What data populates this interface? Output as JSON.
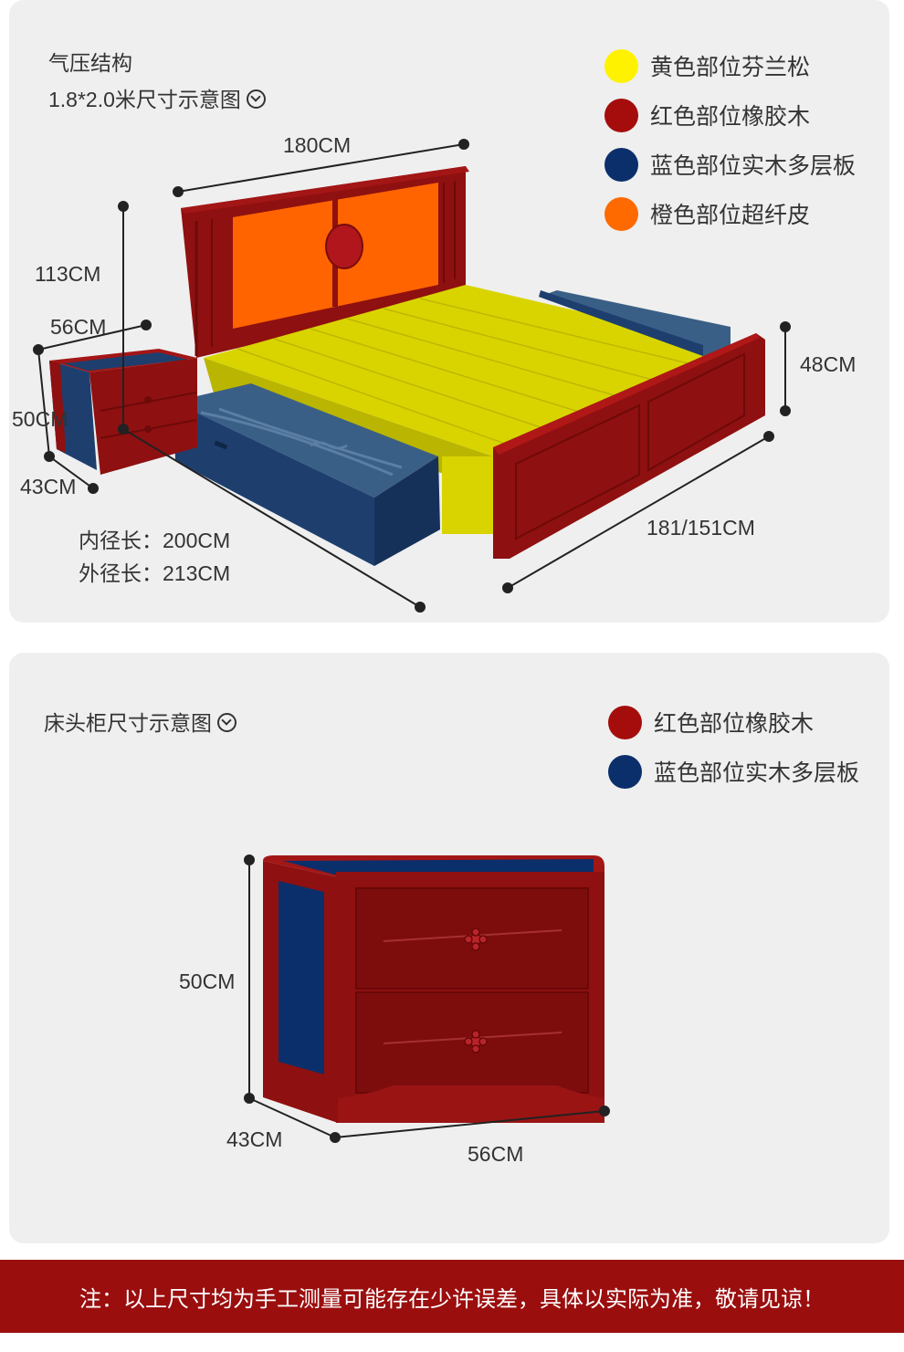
{
  "bed_panel": {
    "title": "气压结构",
    "subtitle": "1.8*2.0米尺寸示意图",
    "legend": [
      {
        "color": "#fff200",
        "label": "黄色部位芬兰松"
      },
      {
        "color": "#a50d0d",
        "label": "红色部位橡胶木"
      },
      {
        "color": "#0b2f6b",
        "label": "蓝色部位实木多层板"
      },
      {
        "color": "#ff6a00",
        "label": "橙色部位超纤皮"
      }
    ],
    "dimensions": {
      "width": "180CM",
      "headboard_height": "113CM",
      "nightstand_width": "56CM",
      "nightstand_height": "50CM",
      "nightstand_depth": "43CM",
      "footboard_height": "48CM",
      "side_length": "181/151CM",
      "inner_length": "内径长：200CM",
      "outer_length": "外径长：213CM"
    }
  },
  "nightstand_panel": {
    "title": "床头柜尺寸示意图",
    "legend": [
      {
        "color": "#a50d0d",
        "label": "红色部位橡胶木"
      },
      {
        "color": "#0b2f6b",
        "label": "蓝色部位实木多层板"
      }
    ],
    "dimensions": {
      "height": "50CM",
      "depth": "43CM",
      "width": "56CM"
    }
  },
  "note": "注：以上尺寸均为手工测量可能存在少许误差，具体以实际为准，敬请见谅！"
}
